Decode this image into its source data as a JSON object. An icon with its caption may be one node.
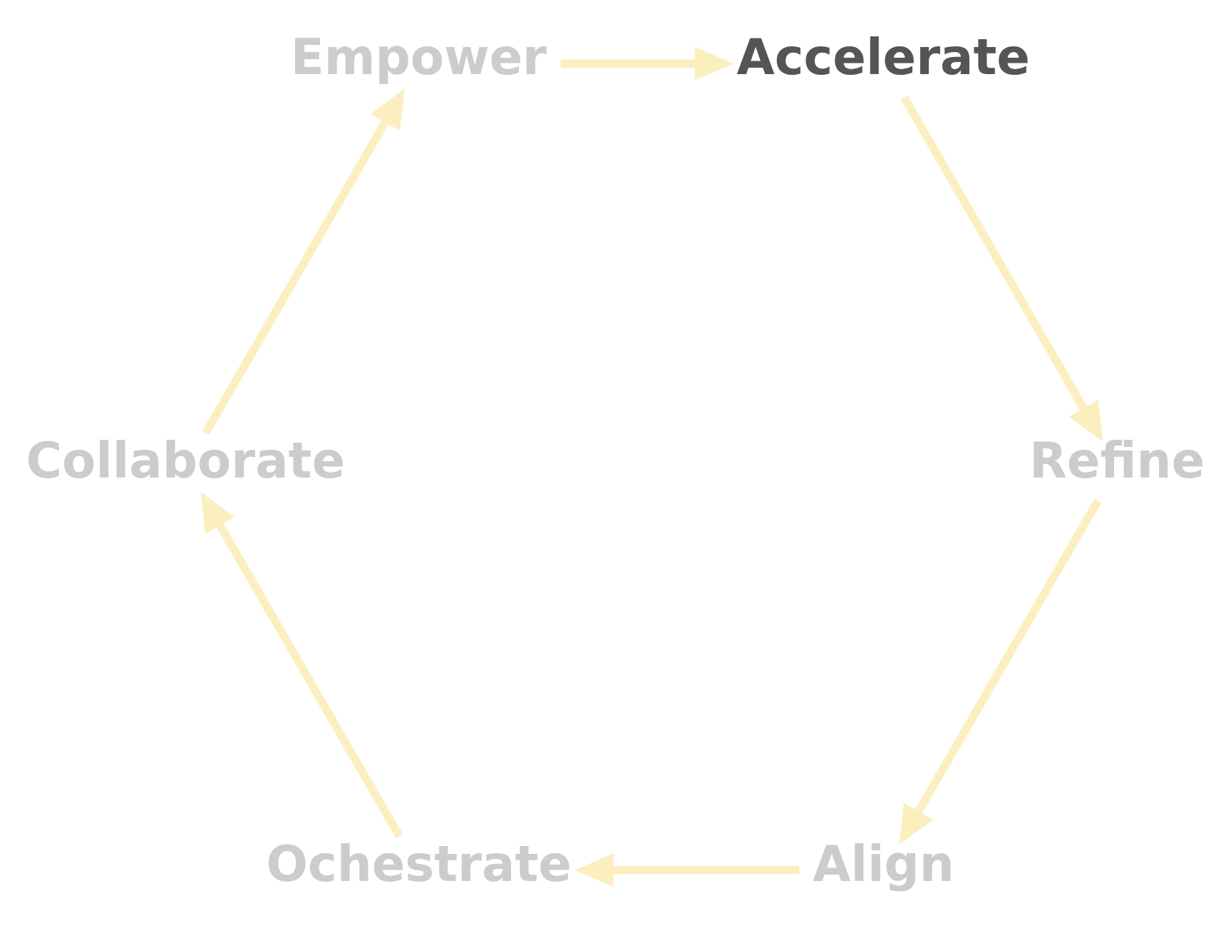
{
  "diagram": {
    "nodes": [
      {
        "text": [
          "Align"
        ]
      },
      {
        "text": [
          "Ochestrate"
        ]
      },
      {
        "text": [
          "Collaborate"
        ]
      },
      {
        "text": [
          "Empower"
        ]
      },
      {
        "text": [
          "Accelerate"
        ]
      },
      {
        "text": [
          "Refine"
        ]
      }
    ],
    "edges": [
      {
        "from": 0,
        "to": 1,
        "arrow": "to"
      },
      {
        "from": 1,
        "to": 2,
        "arrow": "to"
      },
      {
        "from": 2,
        "to": 3,
        "arrow": "to"
      },
      {
        "from": 3,
        "to": 4,
        "arrow": "to"
      },
      {
        "from": 4,
        "to": 5,
        "arrow": "to"
      },
      {
        "from": 5,
        "to": 0,
        "arrow": "to"
      }
    ]
  }
}
